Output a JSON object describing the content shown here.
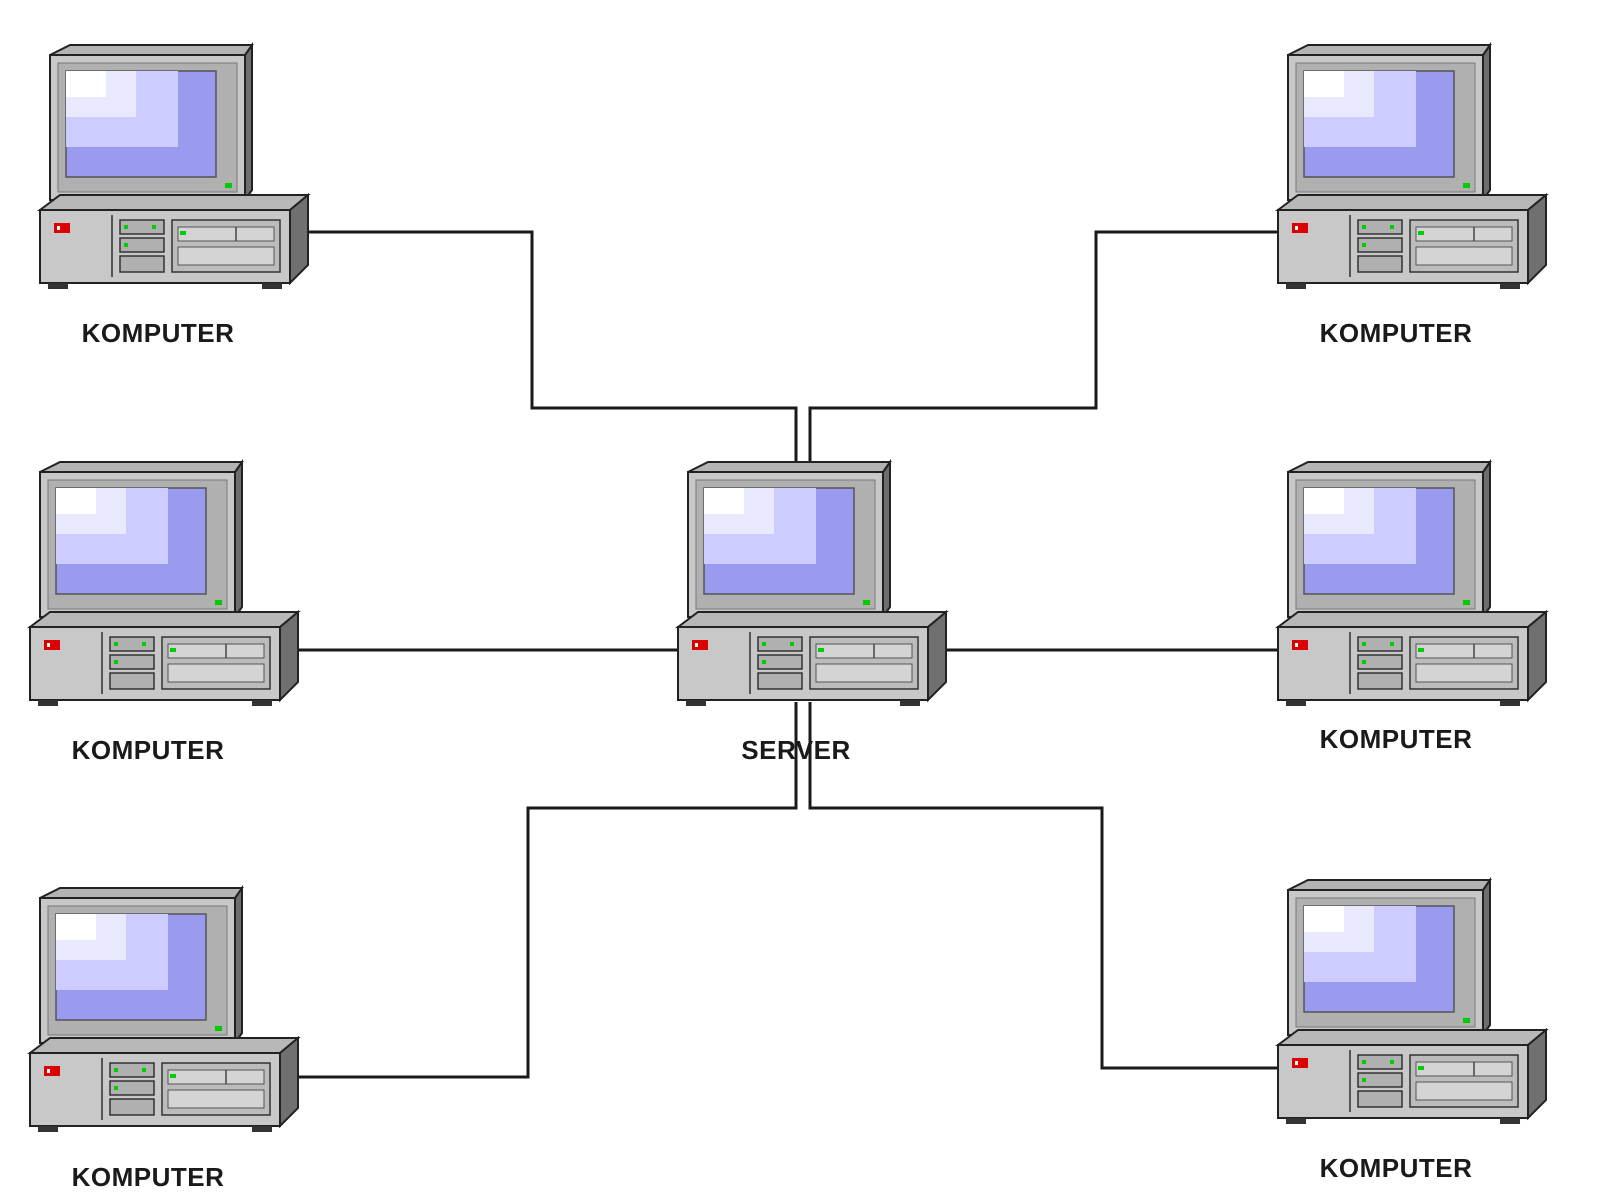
{
  "diagram": {
    "type": "star-network",
    "nodes": [
      {
        "id": "server",
        "label": "SERVER",
        "role": "server"
      },
      {
        "id": "pc-top-left",
        "label": "KOMPUTER",
        "role": "client"
      },
      {
        "id": "pc-top-right",
        "label": "KOMPUTER",
        "role": "client"
      },
      {
        "id": "pc-mid-left",
        "label": "KOMPUTER",
        "role": "client"
      },
      {
        "id": "pc-mid-right",
        "label": "KOMPUTER",
        "role": "client"
      },
      {
        "id": "pc-bottom-left",
        "label": "KOMPUTER",
        "role": "client"
      },
      {
        "id": "pc-bottom-right",
        "label": "KOMPUTER",
        "role": "client"
      }
    ],
    "connections": [
      {
        "from": "pc-top-left",
        "to": "server"
      },
      {
        "from": "pc-top-right",
        "to": "server"
      },
      {
        "from": "pc-mid-left",
        "to": "server"
      },
      {
        "from": "pc-mid-right",
        "to": "server"
      },
      {
        "from": "pc-bottom-left",
        "to": "server"
      },
      {
        "from": "pc-bottom-right",
        "to": "server"
      }
    ],
    "colors": {
      "case": "#c8c8c8",
      "case_dark": "#8c8c8c",
      "screen": "#9999ee",
      "screen_light": "#ccccff",
      "led_green": "#00cc00",
      "logo_red": "#dd0000",
      "cable": "#1a1a1a"
    }
  }
}
